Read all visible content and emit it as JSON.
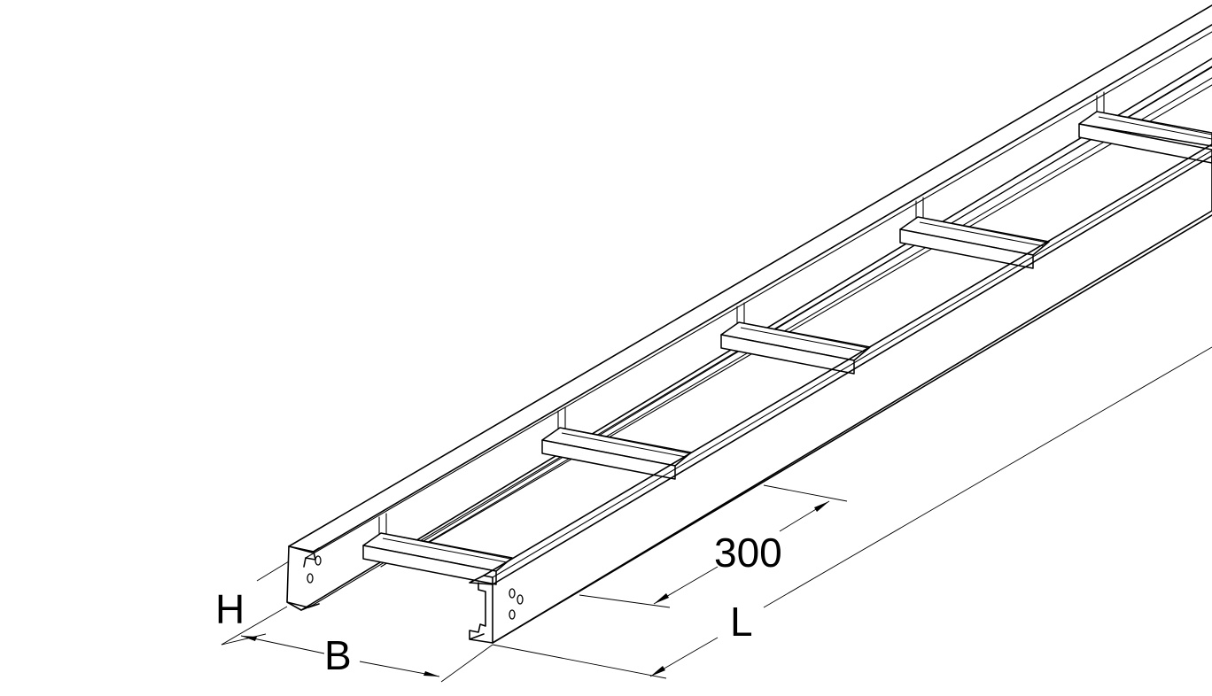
{
  "dimensions": {
    "height_label": "H",
    "width_label": "B",
    "rung_spacing_label": "300",
    "length_label": "L"
  }
}
